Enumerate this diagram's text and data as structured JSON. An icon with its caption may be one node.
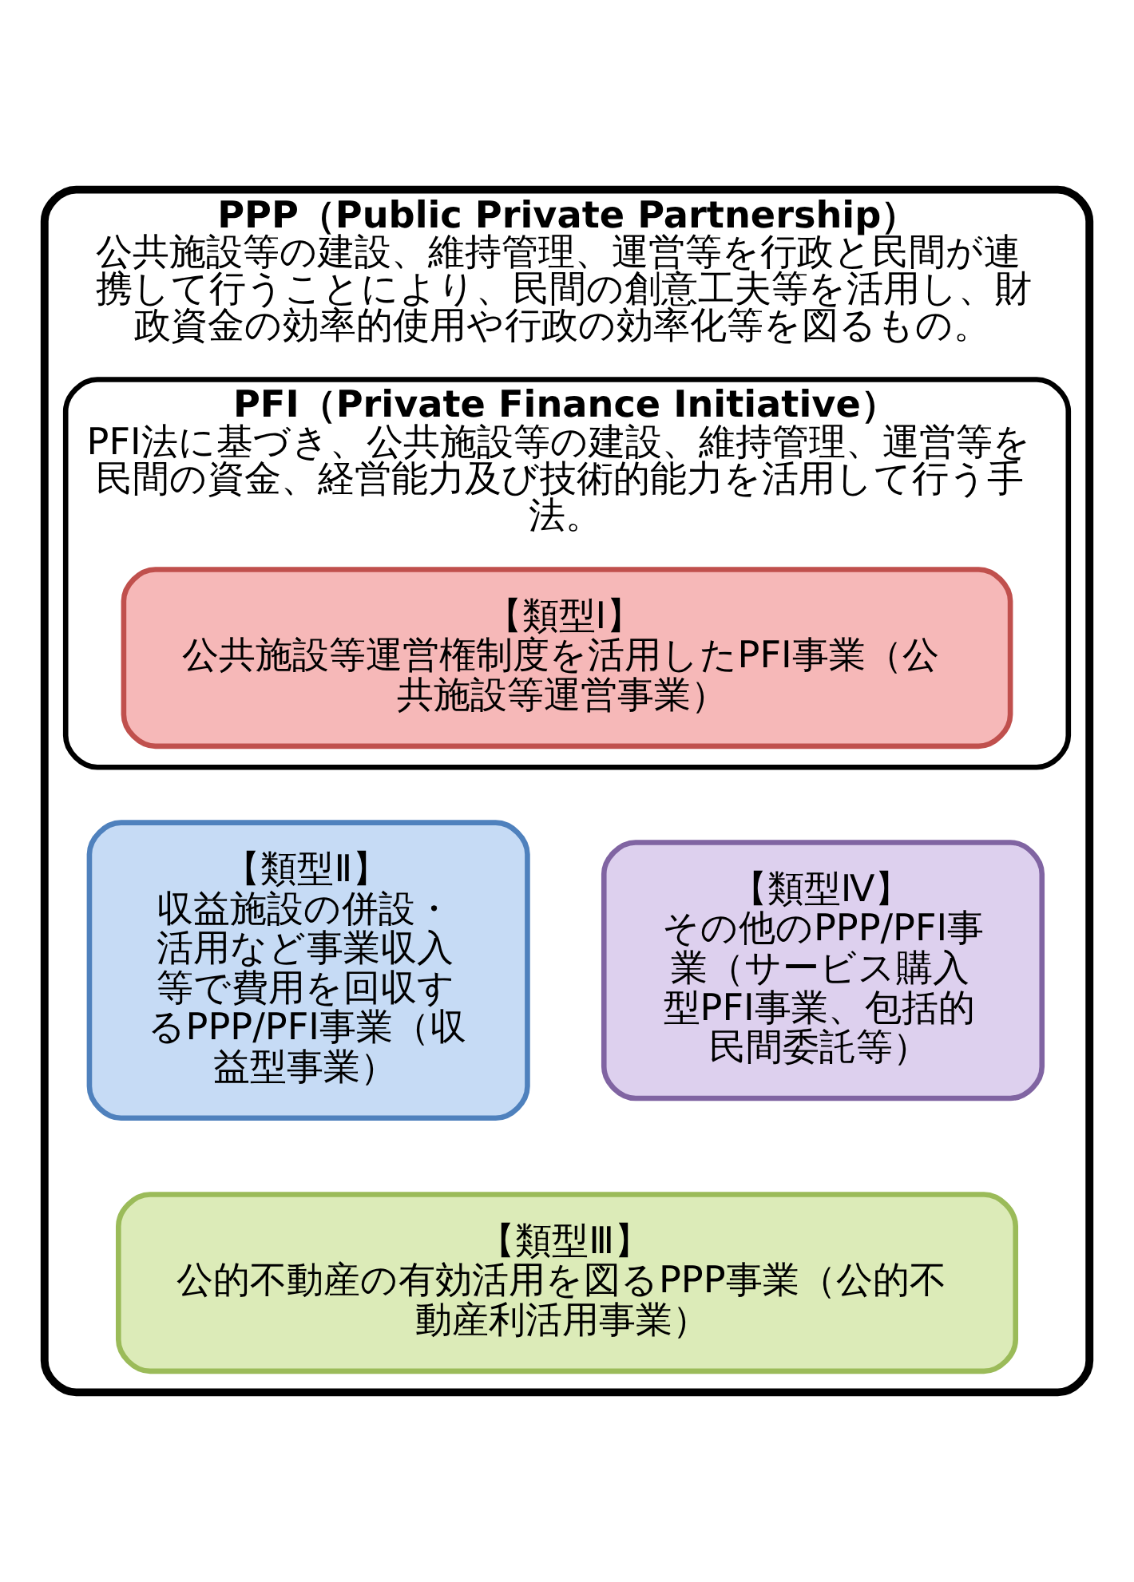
{
  "diagram": {
    "nodes": [
      {
        "text": [
          "PPP（Public Private Partnership）",
          "公共施設等の建設、維持管理、運営等を行政と民間が連携して行うことにより、民間の創意工夫等を活用し、財政資金の効率的使用や行政の効率化等を図るもの。"
        ]
      },
      {
        "text": [
          "PFI（Private Finance Initiative）",
          "PFI法に基づき、公共施設等の建設、維持管理、運営等を民間の資金、経営能力及び技術的能力を活用して行う手法。"
        ],
        "in": 0
      },
      {
        "text": [
          "【類型Ⅰ】",
          "公共施設等運営権制度を活用したPFI事業（公共施設等運営事業）"
        ],
        "in": 1
      },
      {
        "text": [
          "【類型Ⅱ】",
          "収益施設の併設・活用など事業収入等で費用を回収するPPP/PFI事業（収益型事業）"
        ],
        "in": 0
      },
      {
        "text": [
          "【類型Ⅳ】",
          "その他のPPP/PFI事業（サービス購入型PFI事業、包括的民間委託等）"
        ],
        "in": 0
      },
      {
        "text": [
          "【類型Ⅲ】",
          "公的不動産の有効活用を図るPPP事業（公的不動産利活用事業）"
        ],
        "in": 0
      }
    ],
    "edges": []
  }
}
